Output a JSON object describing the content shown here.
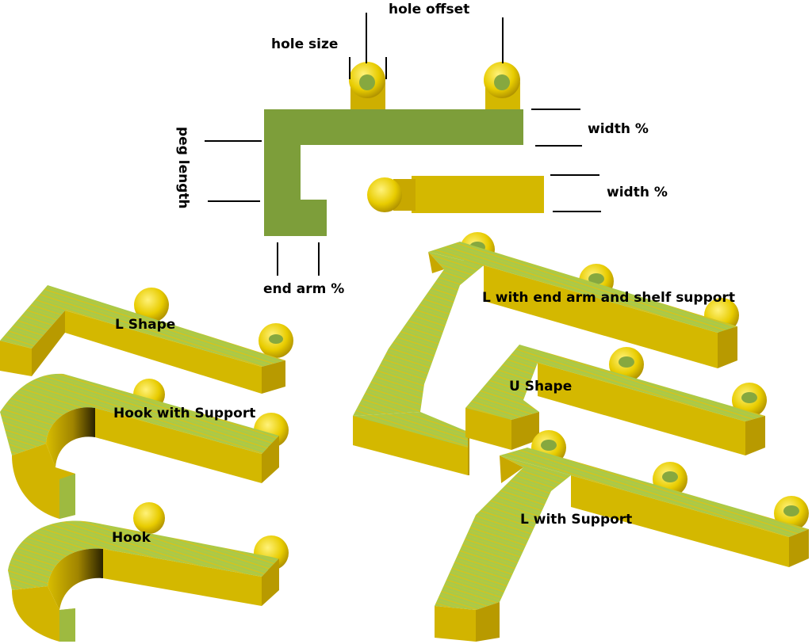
{
  "colors": {
    "peg_top": "#7d9e3a",
    "yellow": "#d4b800",
    "yellow_side": "#c8a800",
    "yellow_dark": "#b08f00",
    "stripe_face": "#a6c44a",
    "knob": "#f0d800",
    "knob_center": "#86a83f"
  },
  "dimensions": {
    "hole_offset": "hole offset",
    "hole_size": "hole size",
    "width_top": "width %",
    "width_side": "width %",
    "peg_length": "peg length",
    "end_arm": "end arm %"
  },
  "shapes": {
    "l_shape": "L Shape",
    "hook_with_support": "Hook with Support",
    "hook": "Hook",
    "l_end_arm_shelf": "L with end arm and shelf support",
    "u_shape": "U Shape",
    "l_with_support": "L with Support"
  }
}
